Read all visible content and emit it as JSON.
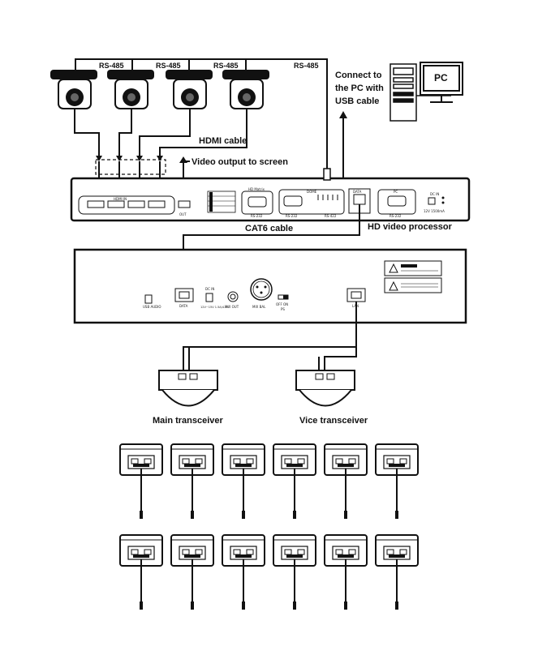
{
  "labels": {
    "rs485": "RS-485",
    "hdmi_cable": "HDMI cable",
    "video_output": "Video output to screen",
    "connect_pc_line1": "Connect to",
    "connect_pc_line2": "the PC with",
    "connect_pc_line3": "USB cable",
    "pc": "PC",
    "cat6": "CAT6 cable",
    "processor": "HD video processor",
    "main_transceiver": "Main transceiver",
    "vice_transceiver": "Vice transceiver"
  },
  "processor_panel": {
    "hdmi_in": "HDMI IN",
    "hdmi_out": "OUT",
    "hd_matrix": "HD Matrix",
    "rs232": "RS-232",
    "dome": "DOME",
    "rs232b": "RS-232",
    "rs422": "RS-422",
    "data": "DATA",
    "pc": "PC",
    "rs232c": "RS-232",
    "dc_in": "DC IN",
    "dc_spec": "12V 1500mA"
  },
  "transceiver_panel": {
    "usb_audio": "USB AUDIO",
    "data": "DATA",
    "dc_in": "DC IN",
    "dc_spec": "12V~15V 1.5A/4.0A",
    "mix_out": "MIX OUT",
    "mix_bal": "MIX BAL",
    "power": "OFF  ON",
    "ps": "PS",
    "lan": "LAN"
  },
  "counts": {
    "cameras": 4,
    "mic_units": 12
  }
}
